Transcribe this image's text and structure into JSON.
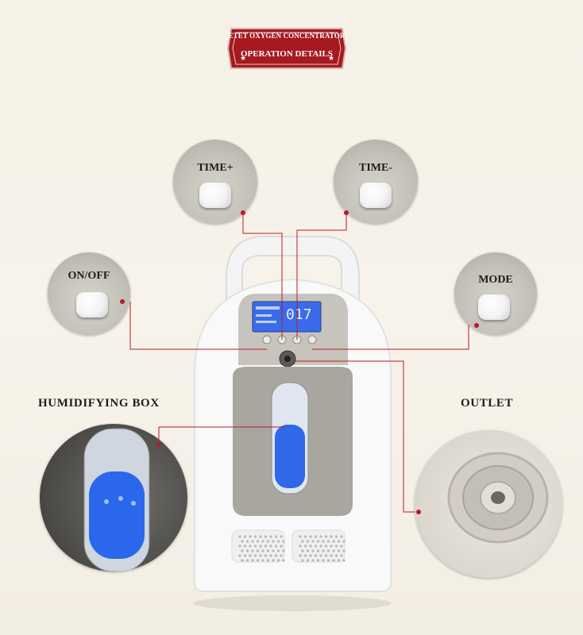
{
  "banner": {
    "title": "ETET OXYGEN CONCENTRATOR",
    "subtitle": "OPERATION  DETAILS",
    "color": "#a5191f"
  },
  "callouts": {
    "time_plus": "TIME+",
    "time_minus": "TIME-",
    "on_off": "ON/OFF",
    "mode": "MODE",
    "humidifying_box": "HUMIDIFYING BOX",
    "outlet": "OUTLET"
  },
  "device": {
    "display_value": "017",
    "display_color": "#2a5bd8",
    "accent_color": "#b81b23"
  }
}
